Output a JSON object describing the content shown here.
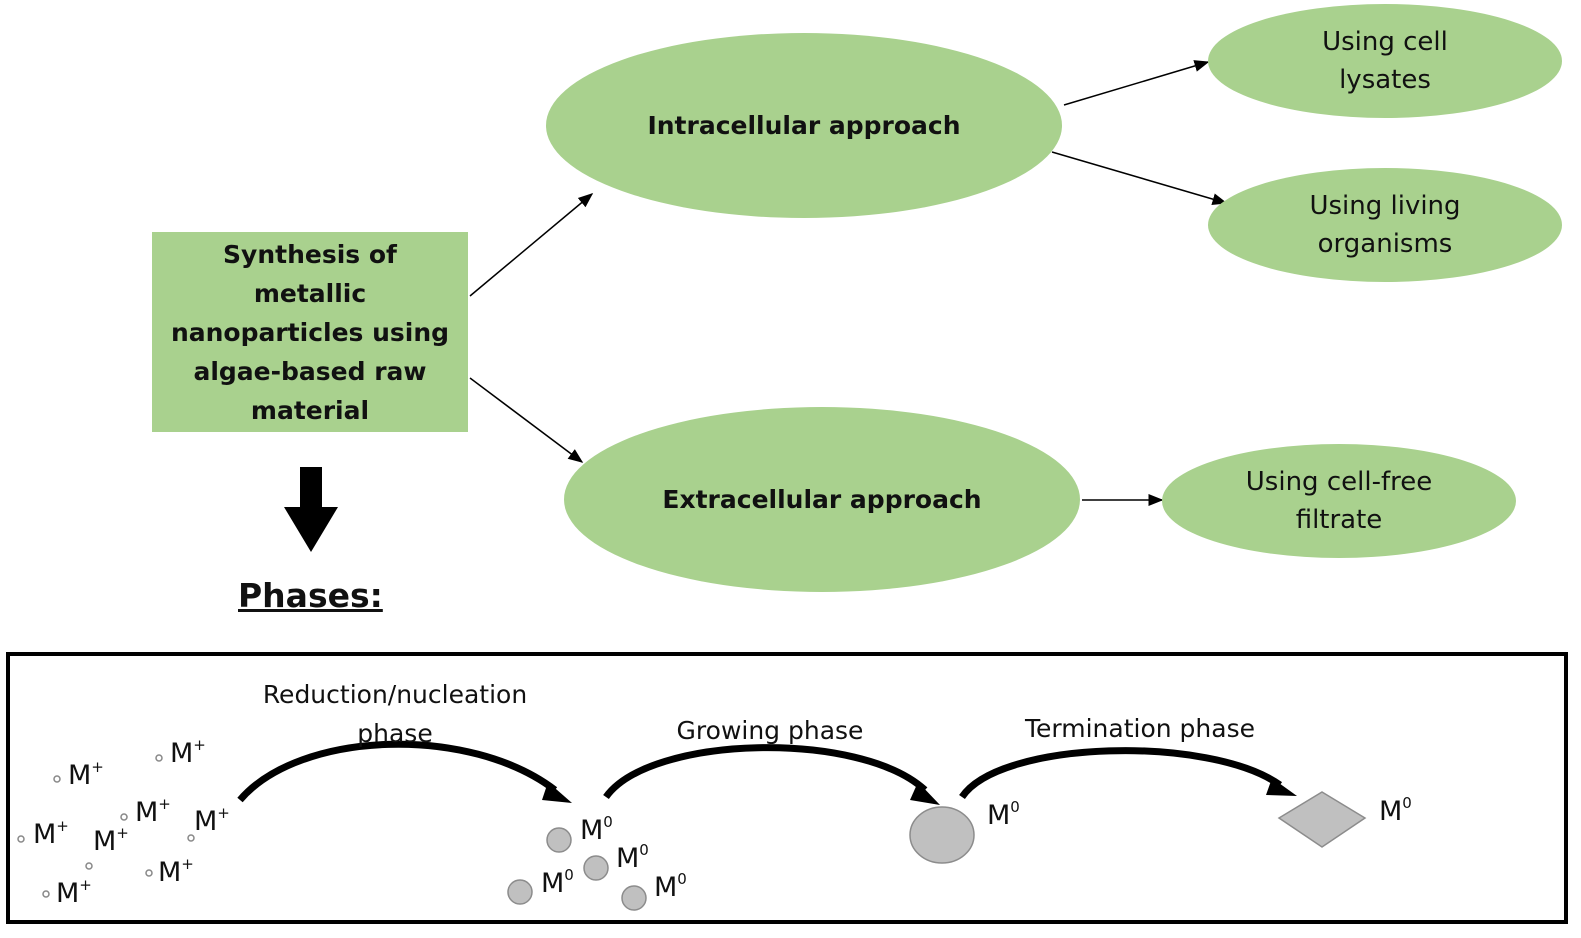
{
  "root": {
    "label": "Synthesis of metallic nanoparticles using algae-based raw material"
  },
  "approaches": [
    {
      "label": "Intracellular approach",
      "methods": [
        "Using cell lysates",
        "Using living organisms"
      ]
    },
    {
      "label": "Extracellular approach",
      "methods": [
        "Using cell-free filtrate"
      ]
    }
  ],
  "phases": {
    "title": "Phases:",
    "steps": [
      {
        "label": "Reduction/nucleation phase"
      },
      {
        "label": "Growing phase"
      },
      {
        "label": "Termination phase"
      }
    ],
    "ion_label": "M",
    "ion_charge": "+",
    "atom_label": "M",
    "atom_charge": "0"
  },
  "colors": {
    "node_fill": "#a9d18e",
    "particle_fill": "#c0c0c0",
    "particle_stroke": "#8c8c8c"
  }
}
